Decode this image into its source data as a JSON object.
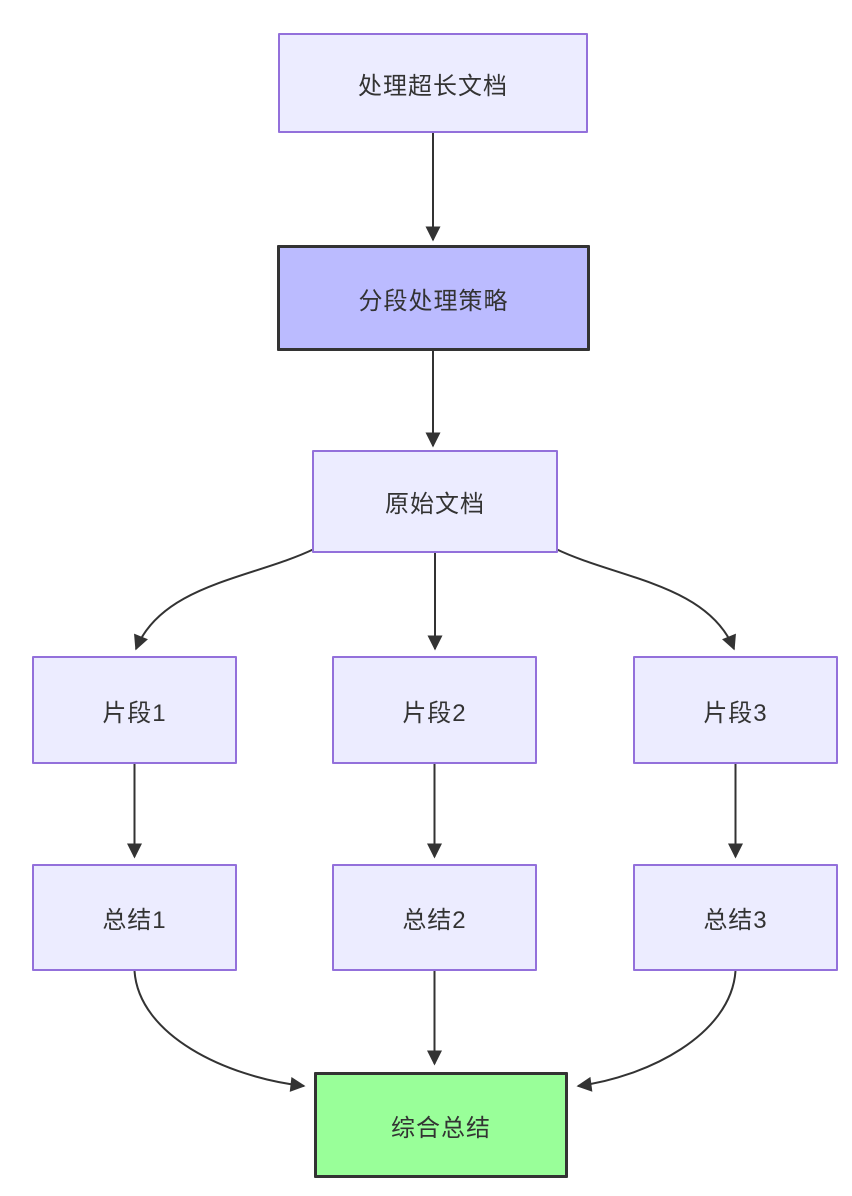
{
  "diagram": {
    "type": "flowchart",
    "direction": "top-down",
    "nodes": [
      {
        "id": "A",
        "label": "处理超长文档",
        "style": "default"
      },
      {
        "id": "B",
        "label": "分段处理策略",
        "style": "highlight-purple"
      },
      {
        "id": "C",
        "label": "原始文档",
        "style": "default"
      },
      {
        "id": "D1",
        "label": "片段1",
        "style": "default"
      },
      {
        "id": "D2",
        "label": "片段2",
        "style": "default"
      },
      {
        "id": "D3",
        "label": "片段3",
        "style": "default"
      },
      {
        "id": "E1",
        "label": "总结1",
        "style": "default"
      },
      {
        "id": "E2",
        "label": "总结2",
        "style": "default"
      },
      {
        "id": "E3",
        "label": "总结3",
        "style": "default"
      },
      {
        "id": "F",
        "label": "综合总结",
        "style": "highlight-green"
      }
    ],
    "edges": [
      {
        "from": "A",
        "to": "B"
      },
      {
        "from": "B",
        "to": "C"
      },
      {
        "from": "C",
        "to": "D1"
      },
      {
        "from": "C",
        "to": "D2"
      },
      {
        "from": "C",
        "to": "D3"
      },
      {
        "from": "D1",
        "to": "E1"
      },
      {
        "from": "D2",
        "to": "E2"
      },
      {
        "from": "D3",
        "to": "E3"
      },
      {
        "from": "E1",
        "to": "F"
      },
      {
        "from": "E2",
        "to": "F"
      },
      {
        "from": "E3",
        "to": "F"
      }
    ],
    "colors": {
      "node_fill": "#ECECFF",
      "node_border": "#9370DB",
      "highlight_purple_fill": "#BBBBFF",
      "highlight_purple_border": "#333333",
      "highlight_green_fill": "#99FF99",
      "highlight_green_border": "#333333",
      "edge": "#333333",
      "text": "#333333",
      "background": "#FFFFFF"
    }
  }
}
